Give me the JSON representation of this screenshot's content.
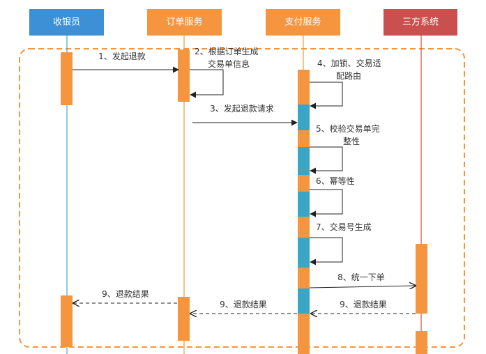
{
  "actors": [
    {
      "id": "cashier",
      "label": "收银员",
      "color": "#3d8fd6",
      "lifeline": "#4aa3df"
    },
    {
      "id": "order",
      "label": "订单服务",
      "color": "#f5953f",
      "lifeline": "#f5953f"
    },
    {
      "id": "payment",
      "label": "支付服务",
      "color": "#f5953f",
      "lifeline": "#f5953f"
    },
    {
      "id": "third",
      "label": "三方系统",
      "color": "#c9504f",
      "lifeline": "#c9504f"
    }
  ],
  "colors": {
    "activation": "#f5953f",
    "activation_alt": "#3aa6c4",
    "frame": "#f5953f",
    "arrow": "#222222"
  },
  "messages": [
    {
      "id": "m1",
      "text": "1、发起退款",
      "from": "cashier",
      "to": "order",
      "style": "solid"
    },
    {
      "id": "m2",
      "lines": [
        "2、根据订单生成",
        "交易单信息"
      ],
      "from": "order",
      "to": "order",
      "style": "self"
    },
    {
      "id": "m3",
      "text": "3、发起退款请求",
      "from": "order",
      "to": "payment",
      "style": "solid"
    },
    {
      "id": "m4",
      "lines": [
        "4、加锁、交易适",
        "配路由"
      ],
      "from": "payment",
      "to": "payment",
      "style": "self"
    },
    {
      "id": "m5",
      "lines": [
        "5、校验交易单完",
        "整性"
      ],
      "from": "payment",
      "to": "payment",
      "style": "self"
    },
    {
      "id": "m6",
      "text": "6、幂等性",
      "from": "payment",
      "to": "payment",
      "style": "self"
    },
    {
      "id": "m7",
      "text": "7、交易号生成",
      "from": "payment",
      "to": "payment",
      "style": "self"
    },
    {
      "id": "m8",
      "text": "8、统一下单",
      "from": "payment",
      "to": "third",
      "style": "solid"
    },
    {
      "id": "m9a",
      "text": "9、退款结果",
      "from": "third",
      "to": "payment",
      "style": "dashed"
    },
    {
      "id": "m9b",
      "text": "9、退款结果",
      "from": "payment",
      "to": "order",
      "style": "dashed"
    },
    {
      "id": "m9c",
      "text": "9、退款结果",
      "from": "order",
      "to": "cashier",
      "style": "dashed"
    }
  ]
}
